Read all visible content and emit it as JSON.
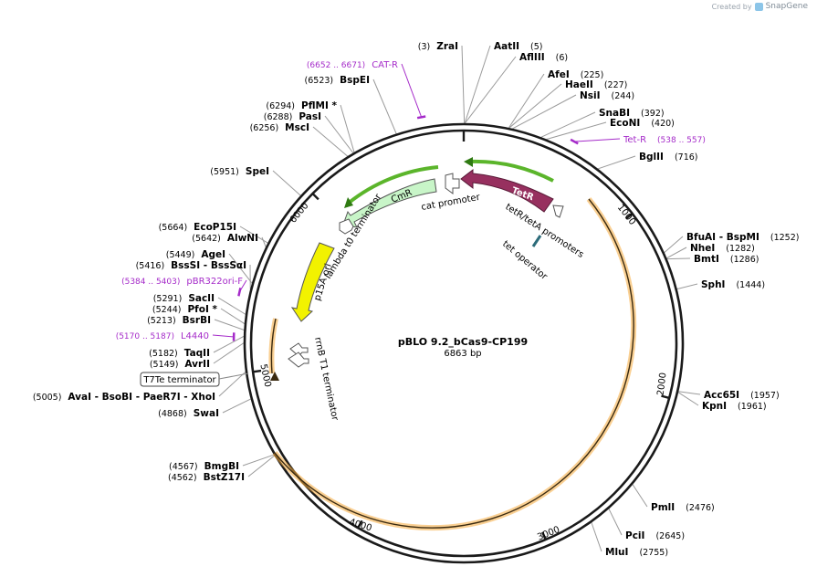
{
  "credit": {
    "prefix": "Created by",
    "brand": "SnapGene"
  },
  "plasmid": {
    "name": "pBLO 9.2_bCas9-CP199",
    "length_label": "6863 bp",
    "length": 6863
  },
  "ruler": [
    "1000",
    "2000",
    "3000",
    "4000",
    "5000",
    "6000"
  ],
  "sites": [
    {
      "name": "ZraI",
      "pos": "(3)"
    },
    {
      "name": "AatII",
      "pos": "(5)"
    },
    {
      "name": "AflIII",
      "pos": "(6)"
    },
    {
      "name": "AfeI",
      "pos": "(225)"
    },
    {
      "name": "HaeII",
      "pos": "(227)"
    },
    {
      "name": "NsiI",
      "pos": "(244)"
    },
    {
      "name": "SnaBI",
      "pos": "(392)"
    },
    {
      "name": "EcoNI",
      "pos": "(420)"
    },
    {
      "name": "BglII",
      "pos": "(716)"
    },
    {
      "name": "BfuAI  -  BspMI",
      "pos": "(1252)"
    },
    {
      "name": "NheI",
      "pos": "(1282)"
    },
    {
      "name": "BmtI",
      "pos": "(1286)"
    },
    {
      "name": "SphI",
      "pos": "(1444)"
    },
    {
      "name": "Acc65I",
      "pos": "(1957)"
    },
    {
      "name": "KpnI",
      "pos": "(1961)"
    },
    {
      "name": "PmlI",
      "pos": "(2476)"
    },
    {
      "name": "PciI",
      "pos": "(2645)"
    },
    {
      "name": "MluI",
      "pos": "(2755)"
    },
    {
      "name": "BstZ17I",
      "pos": "(4562)"
    },
    {
      "name": "BmgBI",
      "pos": "(4567)"
    },
    {
      "name": "SwaI",
      "pos": "(4868)"
    },
    {
      "name": "AvaI  -  BsoBI  -  PaeR7I  -  XhoI",
      "pos": "(5005)"
    },
    {
      "name": "AvrII",
      "pos": "(5149)"
    },
    {
      "name": "TaqII",
      "pos": "(5182)"
    },
    {
      "name": "BsrBI",
      "pos": "(5213)"
    },
    {
      "name": "PfoI *",
      "pos": "(5244)"
    },
    {
      "name": "SacII",
      "pos": "(5291)"
    },
    {
      "name": "BssSI  -  BssSαI",
      "pos": "(5416)"
    },
    {
      "name": "AgeI",
      "pos": "(5449)"
    },
    {
      "name": "AlwNI",
      "pos": "(5642)"
    },
    {
      "name": "EcoP15I",
      "pos": "(5664)"
    },
    {
      "name": "SpeI",
      "pos": "(5951)"
    },
    {
      "name": "MscI",
      "pos": "(6256)"
    },
    {
      "name": "PasI",
      "pos": "(6288)"
    },
    {
      "name": "PflMI *",
      "pos": "(6294)"
    },
    {
      "name": "BspEI",
      "pos": "(6523)"
    }
  ],
  "primers": [
    {
      "name": "CAT-R",
      "range": "(6652 .. 6671)"
    },
    {
      "name": "Tet-R",
      "range": "(538 .. 557)"
    },
    {
      "name": "pBR322ori-F",
      "range": "(5384 .. 5403)"
    },
    {
      "name": "L4440",
      "range": "(5170 .. 5187)"
    }
  ],
  "features": {
    "tetr": "TetR",
    "cmr": "CmR",
    "p15a": "p15A ori",
    "cat_promoter": "cat promoter",
    "tet_promoters": "tetR/tetA promoters",
    "tet_operator": "tet operator",
    "lambda_t0": "lambda t0 terminator",
    "rrnb_t1": "rrnB T1 terminator",
    "t7te": "T7Te terminator"
  },
  "colors": {
    "backbone": "#1a1a1a",
    "insert_orange": "#f6a93b",
    "tetr": "#97305f",
    "cmr": "#c8f5c8",
    "p15a": "#f2f200",
    "primer": "#a52bc9",
    "operator": "#2d6c7a"
  }
}
